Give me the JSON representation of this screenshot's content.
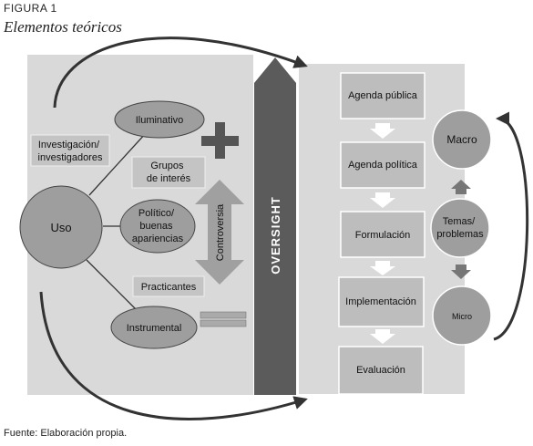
{
  "figure": {
    "label": "FIGURA 1",
    "title": "Elementos teóricos",
    "source": "Fuente: Elaboración propia."
  },
  "left_panel": {
    "uso": "Uso",
    "iluminativo": "Iluminativo",
    "politico": [
      "Político/",
      "buenas",
      "apariencias"
    ],
    "instrumental": "Instrumental",
    "investigacion": [
      "Investigación/",
      "investigadores"
    ],
    "grupos": [
      "Grupos",
      "de interés"
    ],
    "practicantes": "Practicantes",
    "controversia": "Controversia"
  },
  "oversight": "OVERSIGHT",
  "right_panel": {
    "stages": [
      "Agenda pública",
      "Agenda política",
      "Formulación",
      "Implementación",
      "Evaluación"
    ],
    "macro": "Macro",
    "temas": [
      "Temas/",
      "problemas"
    ],
    "micro": "Micro"
  }
}
